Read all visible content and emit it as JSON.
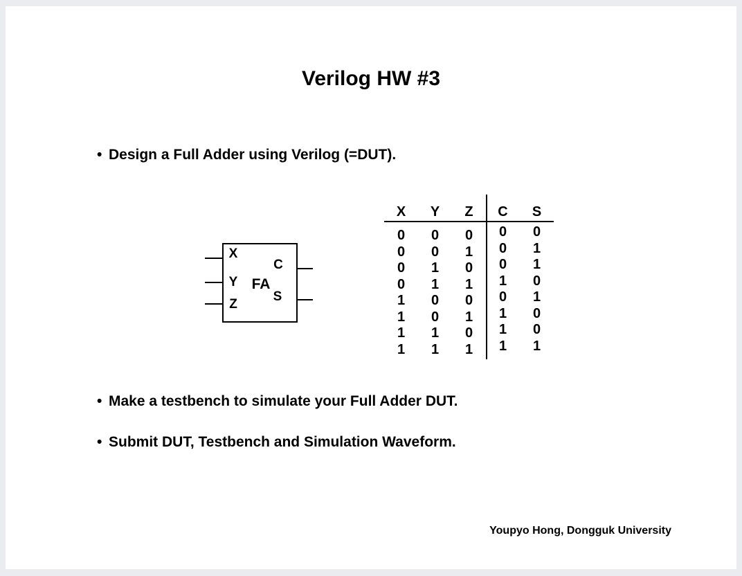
{
  "slide": {
    "title": "Verilog HW #3",
    "bullet_char": "•",
    "bullets": [
      "Design a Full Adder using Verilog (=DUT).",
      "Make a testbench to simulate your Full Adder DUT.",
      "Submit DUT, Testbench and Simulation Waveform."
    ],
    "footer": "Youpyo Hong, Dongguk University"
  },
  "diagram": {
    "label": "FA",
    "inputs": [
      "X",
      "Y",
      "Z"
    ],
    "outputs": [
      "C",
      "S"
    ]
  },
  "truth_table": {
    "headers": [
      "X",
      "Y",
      "Z",
      "C",
      "S"
    ],
    "rows": [
      [
        "0",
        "0",
        "0",
        "0",
        "0"
      ],
      [
        "0",
        "0",
        "1",
        "0",
        "1"
      ],
      [
        "0",
        "1",
        "0",
        "0",
        "1"
      ],
      [
        "0",
        "1",
        "1",
        "1",
        "0"
      ],
      [
        "1",
        "0",
        "0",
        "0",
        "1"
      ],
      [
        "1",
        "0",
        "1",
        "1",
        "0"
      ],
      [
        "1",
        "1",
        "0",
        "1",
        "0"
      ],
      [
        "1",
        "1",
        "1",
        "1",
        "1"
      ]
    ]
  },
  "colors": {
    "canvas_bg": "#eaecef",
    "page_bg": "#ffffff",
    "text": "#000000"
  }
}
